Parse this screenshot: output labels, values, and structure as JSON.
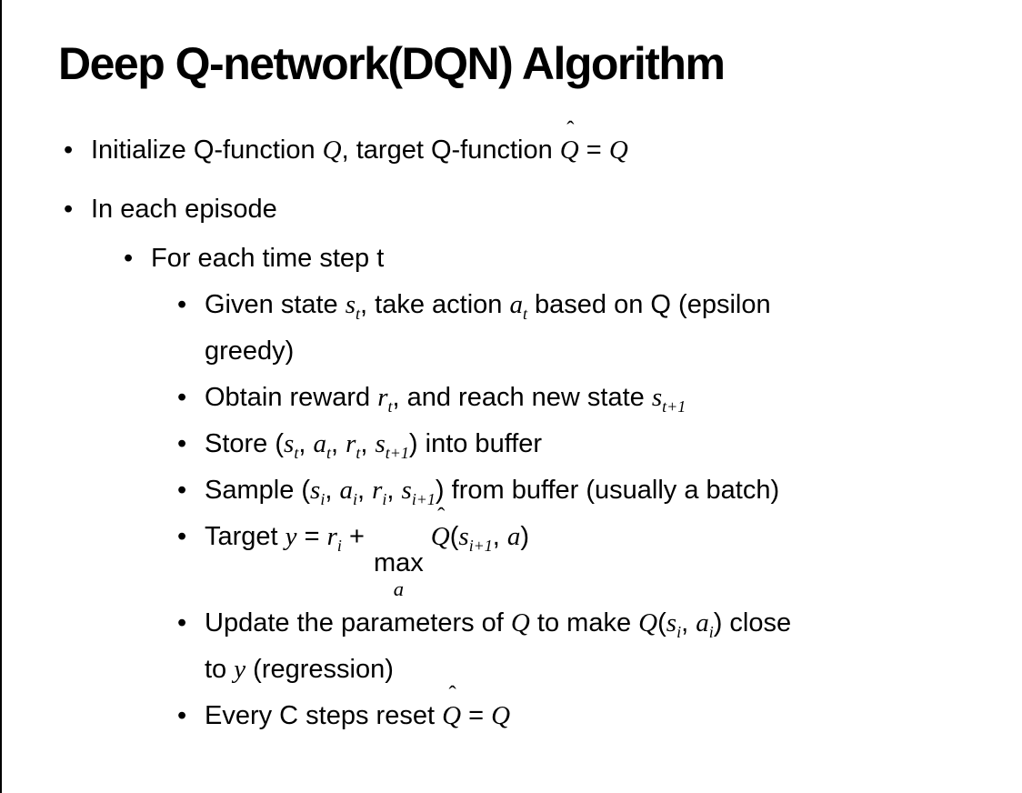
{
  "slide": {
    "title": "Deep Q-network(DQN) Algorithm",
    "background": "#ffffff",
    "text_color": "#000000",
    "border_color": "#000000",
    "bullet_glyph": "•",
    "bullets": [
      {
        "level": 1,
        "segments": [
          {
            "t": "Initialize Q-function "
          },
          {
            "m": "Q"
          },
          {
            "t": ", target Q-function "
          },
          {
            "m": "Q",
            "hat": true
          },
          {
            "t": " = "
          },
          {
            "m": "Q"
          }
        ]
      },
      {
        "level": 1,
        "segments": [
          {
            "t": "In each episode"
          }
        ]
      },
      {
        "level": 2,
        "segments": [
          {
            "t": "For each time step t"
          }
        ]
      },
      {
        "level": 3,
        "segments": [
          {
            "t": "Given state "
          },
          {
            "m": "s",
            "sub": "t"
          },
          {
            "t": ", take action "
          },
          {
            "m": "a",
            "sub": "t"
          },
          {
            "t": " based on Q (epsilon"
          },
          {
            "br": true
          },
          {
            "t": "greedy)"
          }
        ]
      },
      {
        "level": 3,
        "segments": [
          {
            "t": "Obtain reward "
          },
          {
            "m": "r",
            "sub": "t"
          },
          {
            "t": ", and reach new state "
          },
          {
            "m": "s",
            "sub": "t+1"
          }
        ]
      },
      {
        "level": 3,
        "segments": [
          {
            "t": "Store ("
          },
          {
            "m": "s",
            "sub": "t"
          },
          {
            "t": ", "
          },
          {
            "m": "a",
            "sub": "t"
          },
          {
            "t": ", "
          },
          {
            "m": "r",
            "sub": "t"
          },
          {
            "t": ", "
          },
          {
            "m": "s",
            "sub": "t+1"
          },
          {
            "t": ") into buffer"
          }
        ]
      },
      {
        "level": 3,
        "segments": [
          {
            "t": "Sample ("
          },
          {
            "m": "s",
            "sub": "i"
          },
          {
            "t": ", "
          },
          {
            "m": "a",
            "sub": "i"
          },
          {
            "t": ", "
          },
          {
            "m": "r",
            "sub": "i"
          },
          {
            "t": ", "
          },
          {
            "m": "s",
            "sub": "i+1"
          },
          {
            "t": ") from buffer (usually a batch)"
          }
        ]
      },
      {
        "level": 3,
        "segments": [
          {
            "t": "Target "
          },
          {
            "m": "y"
          },
          {
            "t": " = "
          },
          {
            "m": "r",
            "sub": "i"
          },
          {
            "t": " + "
          },
          {
            "stack": {
              "top": "max",
              "bottom": "a"
            }
          },
          {
            "m": "Q",
            "hat": true
          },
          {
            "t": "("
          },
          {
            "m": "s",
            "sub": "i+1"
          },
          {
            "t": ", "
          },
          {
            "m": "a"
          },
          {
            "t": ")"
          }
        ]
      },
      {
        "level": 3,
        "segments": [
          {
            "t": "Update the parameters of "
          },
          {
            "m": "Q"
          },
          {
            "t": " to make "
          },
          {
            "m": "Q"
          },
          {
            "t": "("
          },
          {
            "m": "s",
            "sub": "i"
          },
          {
            "t": ", "
          },
          {
            "m": "a",
            "sub": "i"
          },
          {
            "t": ") close"
          },
          {
            "br": true
          },
          {
            "t": "to "
          },
          {
            "m": "y"
          },
          {
            "t": " (regression)"
          }
        ]
      },
      {
        "level": 3,
        "segments": [
          {
            "t": "Every C steps reset "
          },
          {
            "m": "Q",
            "hat": true
          },
          {
            "t": " = "
          },
          {
            "m": "Q"
          }
        ]
      }
    ]
  }
}
